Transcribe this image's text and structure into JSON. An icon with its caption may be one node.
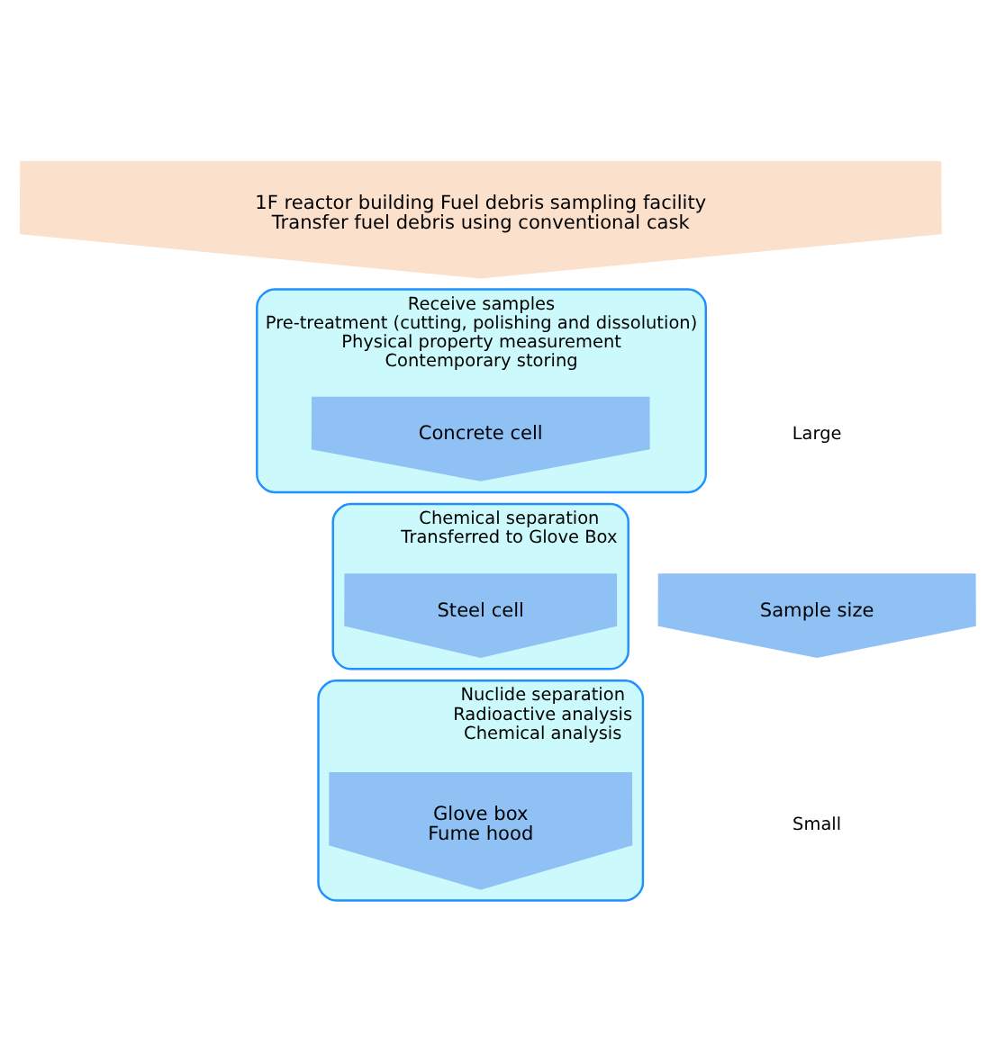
{
  "diagram": {
    "nodes": [
      {
        "text": [
          "1F reactor building Fuel debris sampling facility",
          "Transfer fuel debris using conventional cask"
        ]
      },
      {
        "text": [
          "Receive samples",
          "Pre-treatment (cutting, polishing and dissolution)",
          "Physical property measurement",
          "Contemporary storing"
        ]
      },
      {
        "text": [
          "Concrete cell"
        ],
        "in": 1
      },
      {
        "text": [
          "Chemical separation",
          "Transferred to Glove Box"
        ]
      },
      {
        "text": [
          "Steel cell"
        ],
        "in": 3
      },
      {
        "text": [
          "Nuclide separation",
          "Radioactive analysis",
          "Chemical analysis"
        ]
      },
      {
        "text": [
          "Glove box",
          "Fume hood"
        ],
        "in": 5
      },
      {
        "text": [
          "Sample size"
        ]
      }
    ],
    "labels": [
      "Large",
      "Small"
    ]
  }
}
